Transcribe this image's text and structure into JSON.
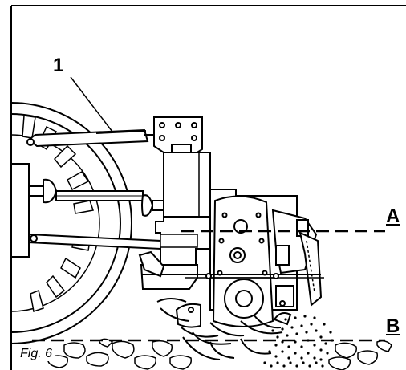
{
  "figure": {
    "caption": "Fig. 6",
    "callouts": {
      "item_1": "1",
      "level_a": "A",
      "level_b": "B"
    }
  },
  "colors": {
    "ink": "#000000",
    "paper": "#ffffff"
  }
}
